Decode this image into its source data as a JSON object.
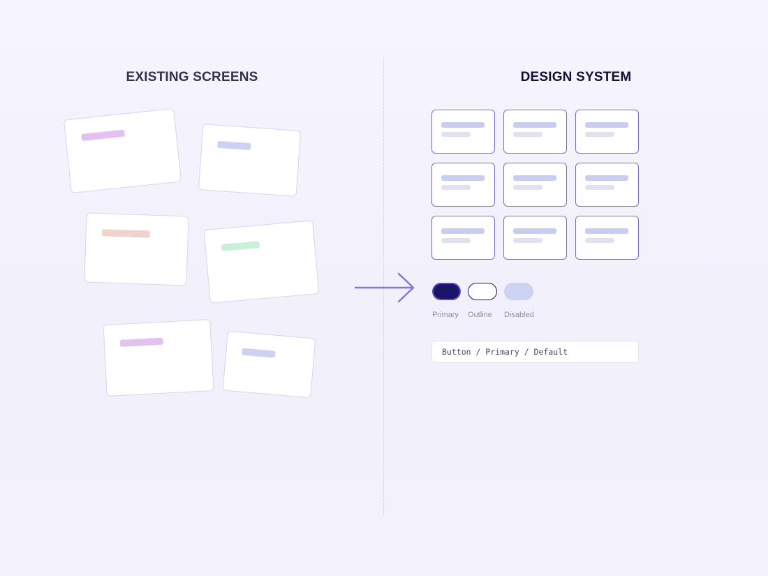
{
  "left_panel": {
    "title": "EXISTING SCREENS",
    "screens": [
      {
        "accent": "#e2c3f0"
      },
      {
        "accent": "#cdd2f3"
      },
      {
        "accent": "#f0d3cc"
      },
      {
        "accent": "#c9f0d9"
      },
      {
        "accent": "#e2c3f0"
      },
      {
        "accent": "#cdd2f3"
      }
    ]
  },
  "right_panel": {
    "title": "DESIGN SYSTEM",
    "component_count": 9,
    "button_variants": [
      {
        "label": "Primary"
      },
      {
        "label": "Outline"
      },
      {
        "label": "Disabled"
      }
    ],
    "token_name": "Button / Primary / Default"
  },
  "colors": {
    "arrow": "#8a74d8",
    "tile_border": "#7d6dd2",
    "primary_fill": "#1c1567",
    "disabled_fill": "#ccd3f3"
  }
}
